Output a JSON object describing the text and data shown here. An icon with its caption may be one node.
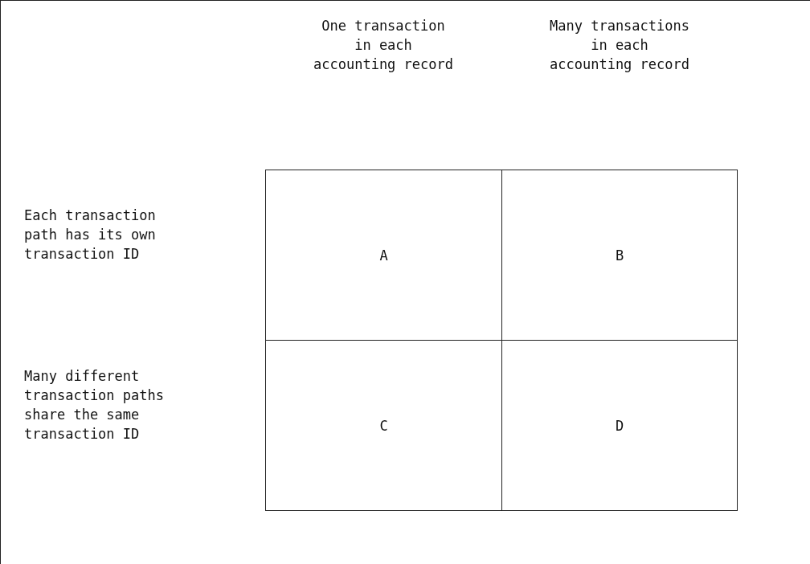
{
  "diagram": {
    "labels": [
      "One transaction in each accounting record",
      "Many transactions in each accounting record",
      "Each transaction path has its own transaction ID",
      "A",
      "B",
      "Many different transaction paths share the same transaction ID",
      "C",
      "D"
    ]
  }
}
